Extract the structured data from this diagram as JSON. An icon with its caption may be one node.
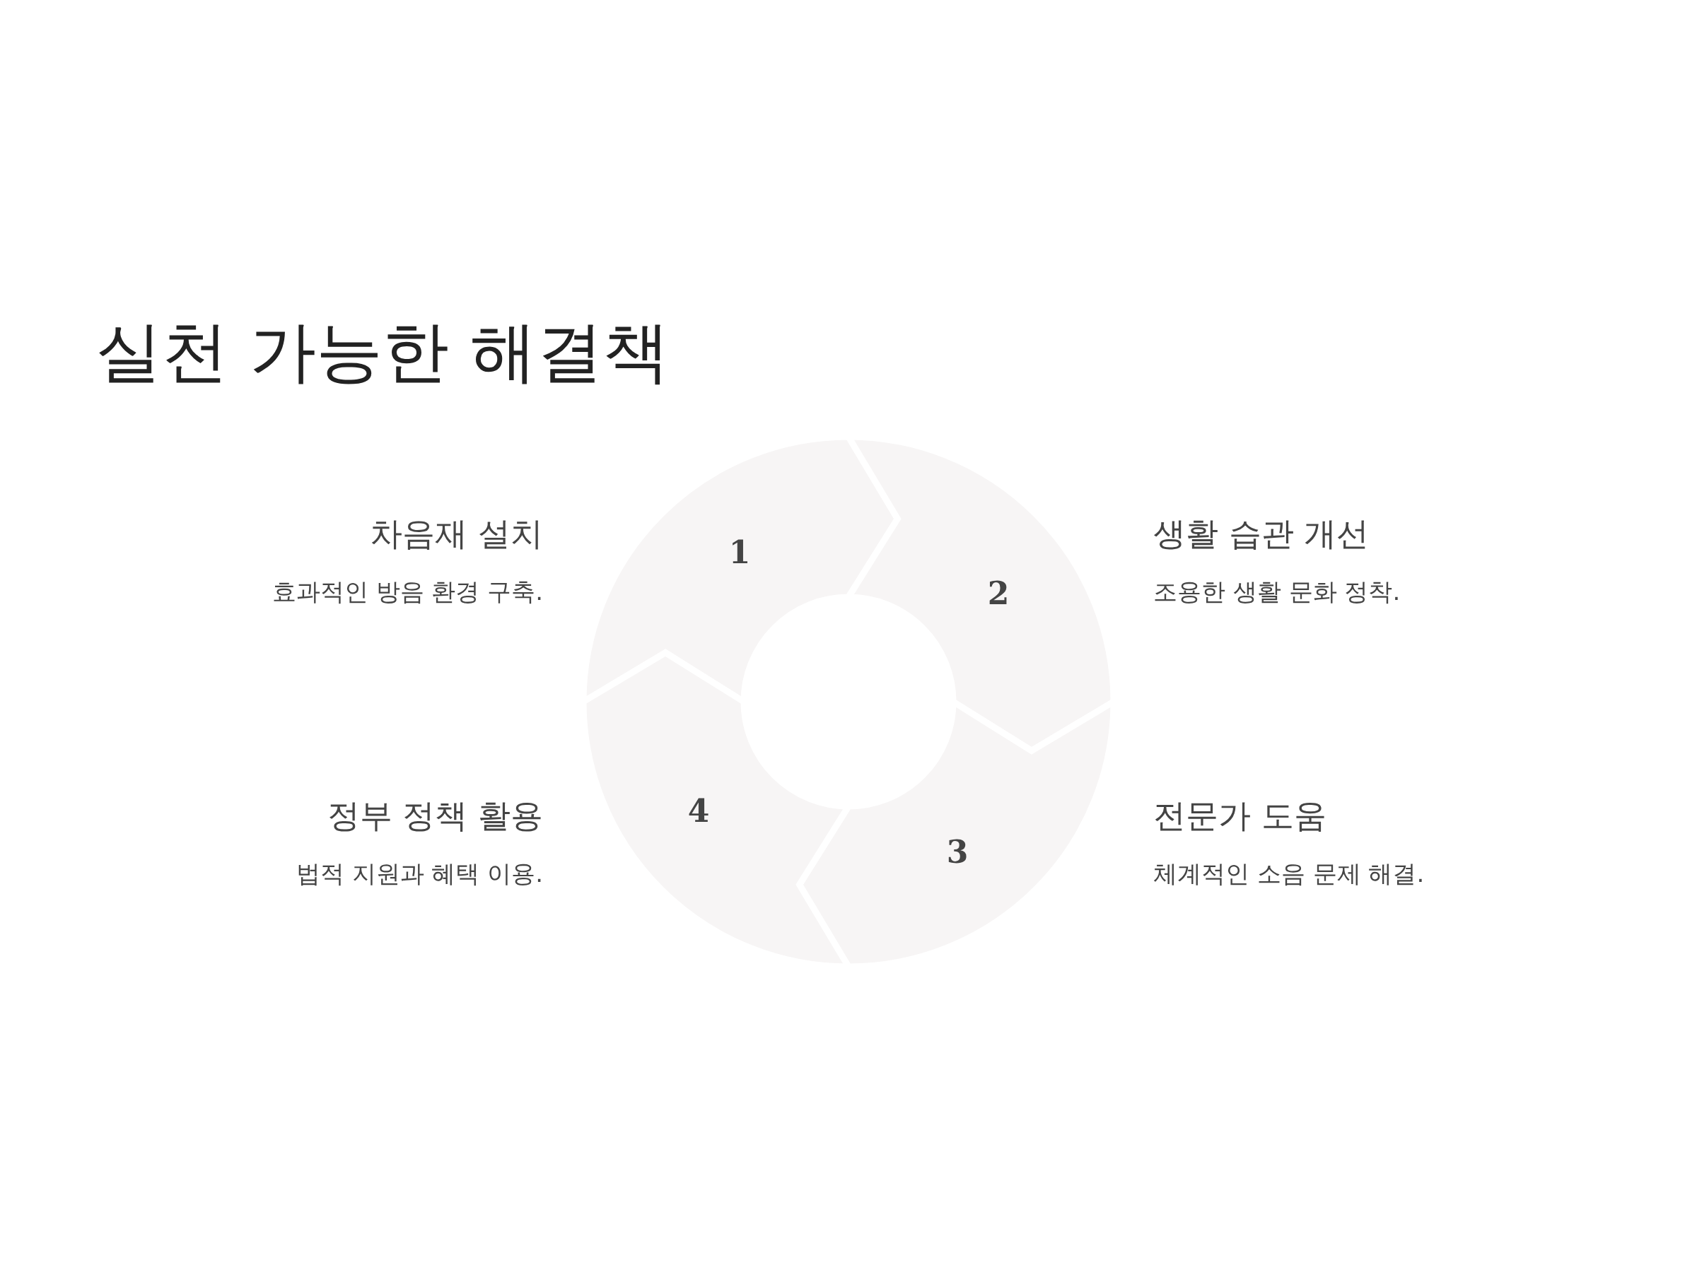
{
  "diagram": {
    "title": "실천 가능한 해결책",
    "nodes": [
      {
        "text": [
          "1"
        ],
        "beside": [
          "차음재 설치",
          "효과적인 방음 환경 구축."
        ]
      },
      {
        "text": [
          "2"
        ],
        "beside": [
          "생활 습관 개선",
          "조용한 생활 문화 정착."
        ]
      },
      {
        "text": [
          "3"
        ],
        "beside": [
          "전문가 도움",
          "체계적인 소음 문제 해결."
        ]
      },
      {
        "text": [
          "4"
        ],
        "beside": [
          "정부 정책 활용",
          "법적 지원과 혜택 이용."
        ]
      }
    ],
    "edges": []
  }
}
